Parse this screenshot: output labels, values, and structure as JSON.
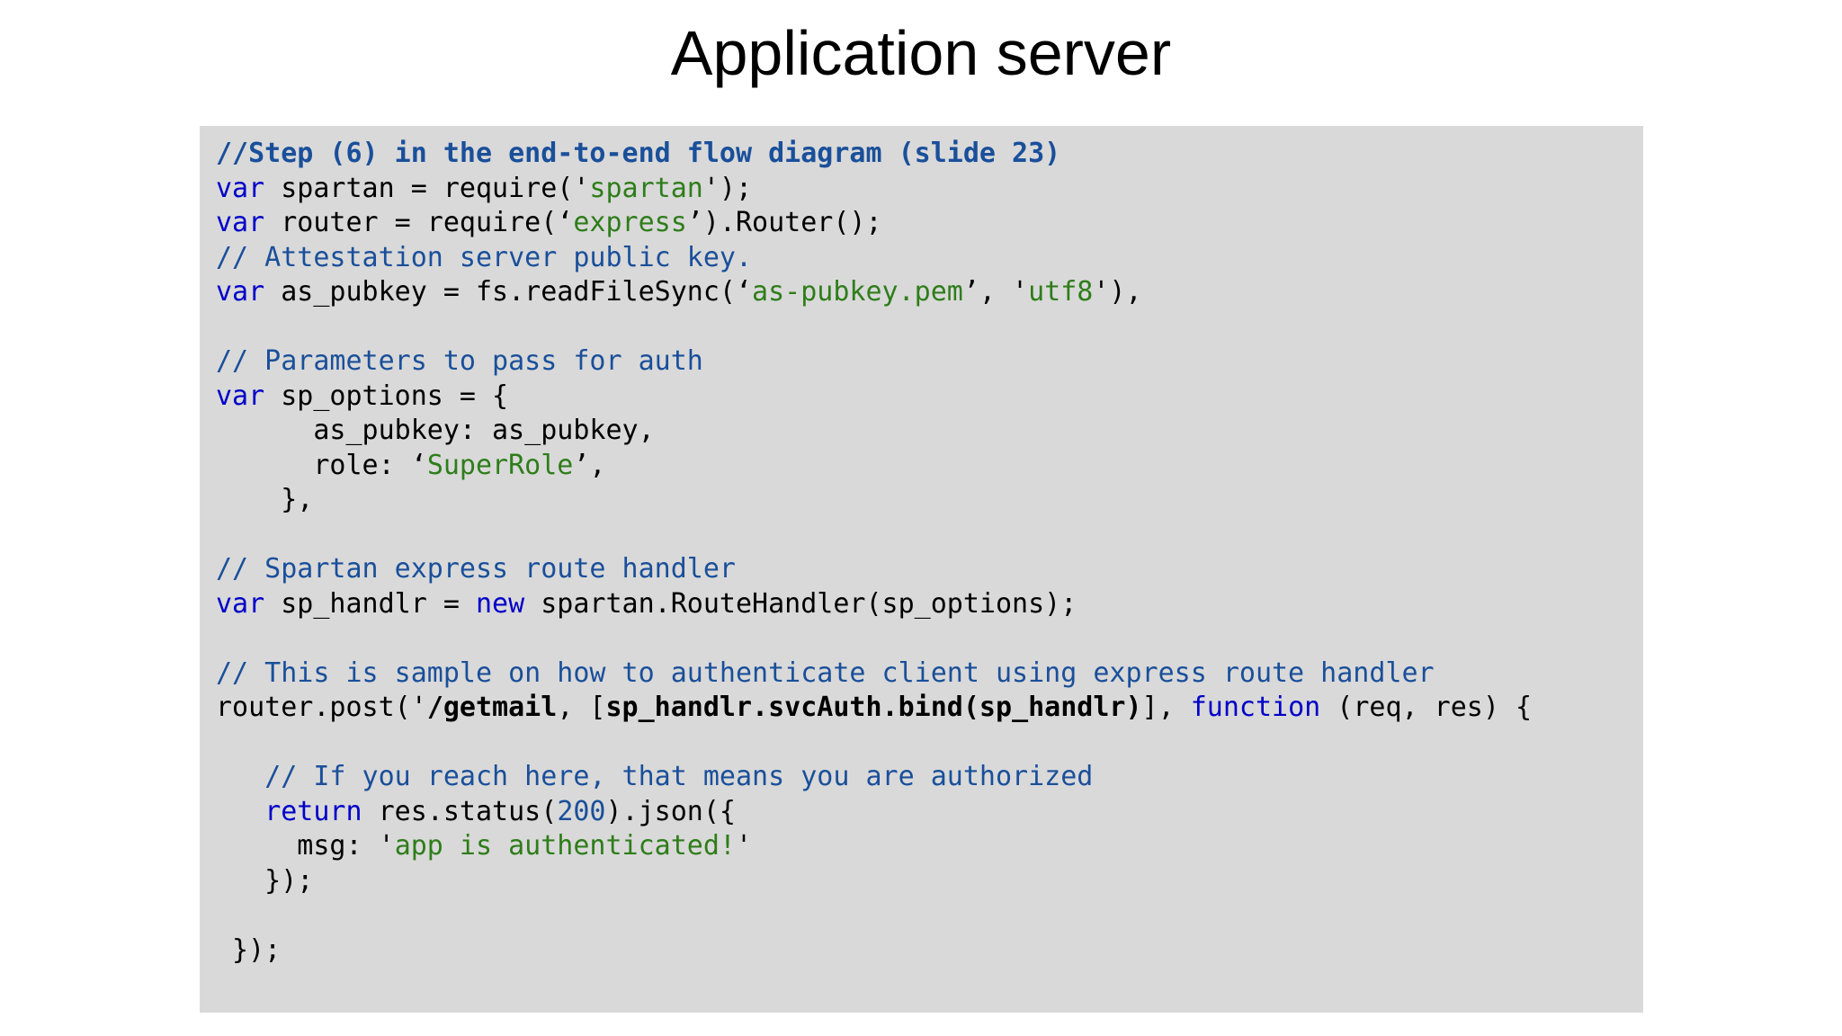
{
  "title": "Application server",
  "colors": {
    "keyword": "#0000c8",
    "string": "#2e7d1a",
    "comment": "#1a4f9a",
    "number": "#1a4f9a",
    "text": "#000000",
    "panel_background": "#d9d9d9"
  },
  "code_lines": [
    [
      {
        "t": "//Step (6) in the end-to-end flow diagram (slide 23)",
        "k": "cmt-bold"
      }
    ],
    [
      {
        "t": "var",
        "k": "kw"
      },
      {
        "t": " spartan = require('",
        "k": "plain"
      },
      {
        "t": "spartan",
        "k": "str"
      },
      {
        "t": "');",
        "k": "plain"
      }
    ],
    [
      {
        "t": "var",
        "k": "kw"
      },
      {
        "t": " router = require(‘",
        "k": "plain"
      },
      {
        "t": "express",
        "k": "str"
      },
      {
        "t": "’).Router();",
        "k": "plain"
      }
    ],
    [
      {
        "t": "// Attestation server public key.",
        "k": "cmt"
      }
    ],
    [
      {
        "t": "var",
        "k": "kw"
      },
      {
        "t": " as_pubkey = fs.readFileSync(‘",
        "k": "plain"
      },
      {
        "t": "as-pubkey.pem",
        "k": "str"
      },
      {
        "t": "’, '",
        "k": "plain"
      },
      {
        "t": "utf8",
        "k": "str"
      },
      {
        "t": "'),",
        "k": "plain"
      }
    ],
    [],
    [
      {
        "t": "// Parameters to pass for auth",
        "k": "cmt"
      }
    ],
    [
      {
        "t": "var",
        "k": "kw"
      },
      {
        "t": " sp_options = {",
        "k": "plain"
      }
    ],
    [
      {
        "t": "      as_pubkey: as_pubkey,",
        "k": "plain"
      }
    ],
    [
      {
        "t": "      role: ‘",
        "k": "plain"
      },
      {
        "t": "SuperRole",
        "k": "str"
      },
      {
        "t": "’,",
        "k": "plain"
      }
    ],
    [
      {
        "t": "    },",
        "k": "plain"
      }
    ],
    [],
    [
      {
        "t": "// Spartan express route handler",
        "k": "cmt"
      }
    ],
    [
      {
        "t": "var",
        "k": "kw"
      },
      {
        "t": " sp_handlr = ",
        "k": "plain"
      },
      {
        "t": "new",
        "k": "kw"
      },
      {
        "t": " spartan.RouteHandler(sp_options);",
        "k": "plain"
      }
    ],
    [],
    [
      {
        "t": "// This is sample on how to authenticate client using express route handler",
        "k": "cmt"
      }
    ],
    [
      {
        "t": "router.post('",
        "k": "plain"
      },
      {
        "t": "/getmail",
        "k": "bold"
      },
      {
        "t": ", [",
        "k": "plain"
      },
      {
        "t": "sp_handlr.svcAuth.bind(sp_handlr)",
        "k": "bold"
      },
      {
        "t": "], ",
        "k": "plain"
      },
      {
        "t": "function",
        "k": "kw"
      },
      {
        "t": " (req, res) {",
        "k": "plain"
      }
    ],
    [],
    [
      {
        "t": "   ",
        "k": "plain"
      },
      {
        "t": "// If you reach here, that means you are authorized",
        "k": "cmt"
      }
    ],
    [
      {
        "t": "   ",
        "k": "plain"
      },
      {
        "t": "return",
        "k": "kw"
      },
      {
        "t": " res.status(",
        "k": "plain"
      },
      {
        "t": "200",
        "k": "num"
      },
      {
        "t": ").json({",
        "k": "plain"
      }
    ],
    [
      {
        "t": "     msg: '",
        "k": "plain"
      },
      {
        "t": "app is authenticated!",
        "k": "str"
      },
      {
        "t": "'",
        "k": "plain"
      }
    ],
    [
      {
        "t": "   });",
        "k": "plain"
      }
    ],
    [],
    [
      {
        "t": " });",
        "k": "plain"
      }
    ]
  ]
}
